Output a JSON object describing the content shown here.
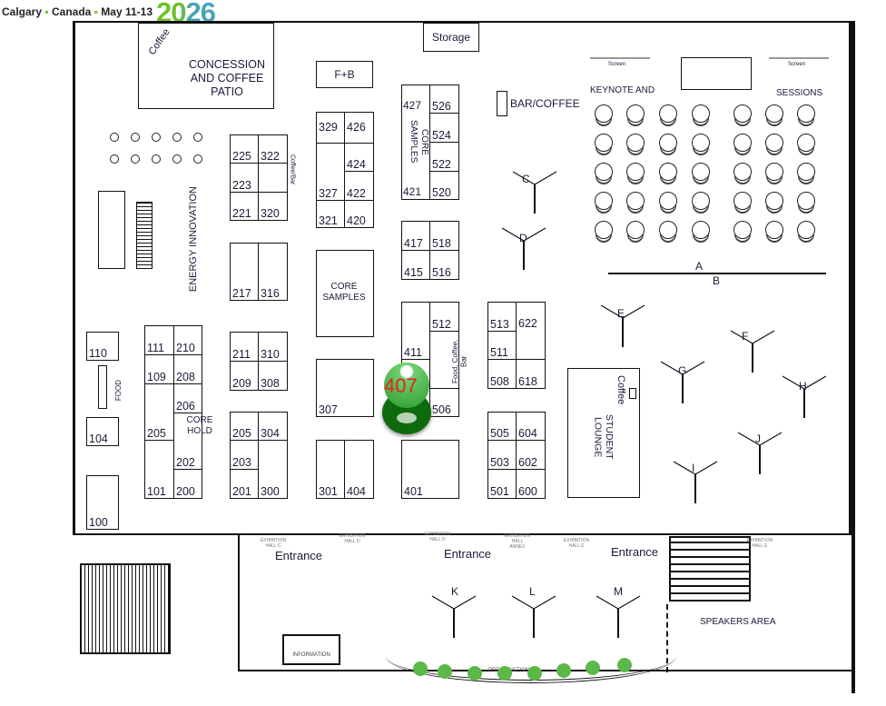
{
  "header": {
    "tagline_city": "Calgary",
    "tagline_country": "Canada",
    "tagline_dates": "May 11-13",
    "logo_year": "2026",
    "colors": {
      "logo_green": "#6fc32c",
      "logo_teal": "#4aa3b8",
      "accent_green": "#6fc32c"
    }
  },
  "areas": {
    "concession": "CONCESSION AND COFFEE PATIO",
    "coffee": "Coffee",
    "storage": "Storage",
    "fb": "F+B",
    "bar_coffee": "BAR/COFFEE",
    "keynote": "KEYNOTE AND",
    "sessions": "SESSIONS",
    "screen": "Screen",
    "energy": "ENERGY INNOVATION",
    "core_samples": "CORE SAMPLES",
    "core_samples_2": "CORE SAMPLES",
    "coffee_bar": "Coffee/Bar",
    "food": "FOOD",
    "core_hold": "CORE HOLD",
    "food_coffee_bar": "Food, Coffee, Bar",
    "student_lounge": "STUDENT LOUNGE",
    "lounge_coffee": "Coffee",
    "speakers": "SPEAKERS AREA",
    "information": "INFORMATION",
    "prefunction": "PRE-FUNCTION",
    "entrance": "Entrance"
  },
  "exhibition_labels": [
    "EXHIBITION HALL C",
    "EXHIBITION HALL D",
    "EXHIBITION HALL D",
    "EXHIBITION HALL ANNEX",
    "EXHIBITION HALL E",
    "EXHIBITION HALL E"
  ],
  "booths": {
    "b111": "111",
    "b210": "210",
    "b109": "109",
    "b208": "208",
    "b205a": "205",
    "b206": "206",
    "b202": "202",
    "b101": "101",
    "b200": "200",
    "b225": "225",
    "b322": "322",
    "b223": "223",
    "b221": "221",
    "b320": "320",
    "b217": "217",
    "b316": "316",
    "b211": "211",
    "b310": "310",
    "b209": "209",
    "b308": "308",
    "b205b": "205",
    "b304": "304",
    "b203": "203",
    "b201": "201",
    "b300": "300",
    "b329": "329",
    "b426": "426",
    "b424": "424",
    "b327": "327",
    "b422": "422",
    "b321": "321",
    "b420": "420",
    "b307": "307",
    "b301": "301",
    "b404": "404",
    "b427": "427",
    "b421": "421",
    "b526": "526",
    "b524": "524",
    "b522": "522",
    "b520": "520",
    "b417": "417",
    "b518": "518",
    "b415": "415",
    "b516": "516",
    "b411": "411",
    "b512": "512",
    "b506": "506",
    "b401": "401",
    "b513": "513",
    "b622": "622",
    "b511": "511",
    "b508": "508",
    "b618": "618",
    "b505": "505",
    "b604": "604",
    "b503": "503",
    "b602": "602",
    "b501": "501",
    "b600": "600",
    "b110": "110",
    "b104": "104",
    "b100": "100"
  },
  "highlight": {
    "booth": "407",
    "color": "#e8201a",
    "pin_color": "#2e8b2e"
  },
  "stations": [
    "A",
    "B",
    "C",
    "D",
    "E",
    "F",
    "G",
    "H",
    "I",
    "J",
    "K",
    "L",
    "M"
  ]
}
